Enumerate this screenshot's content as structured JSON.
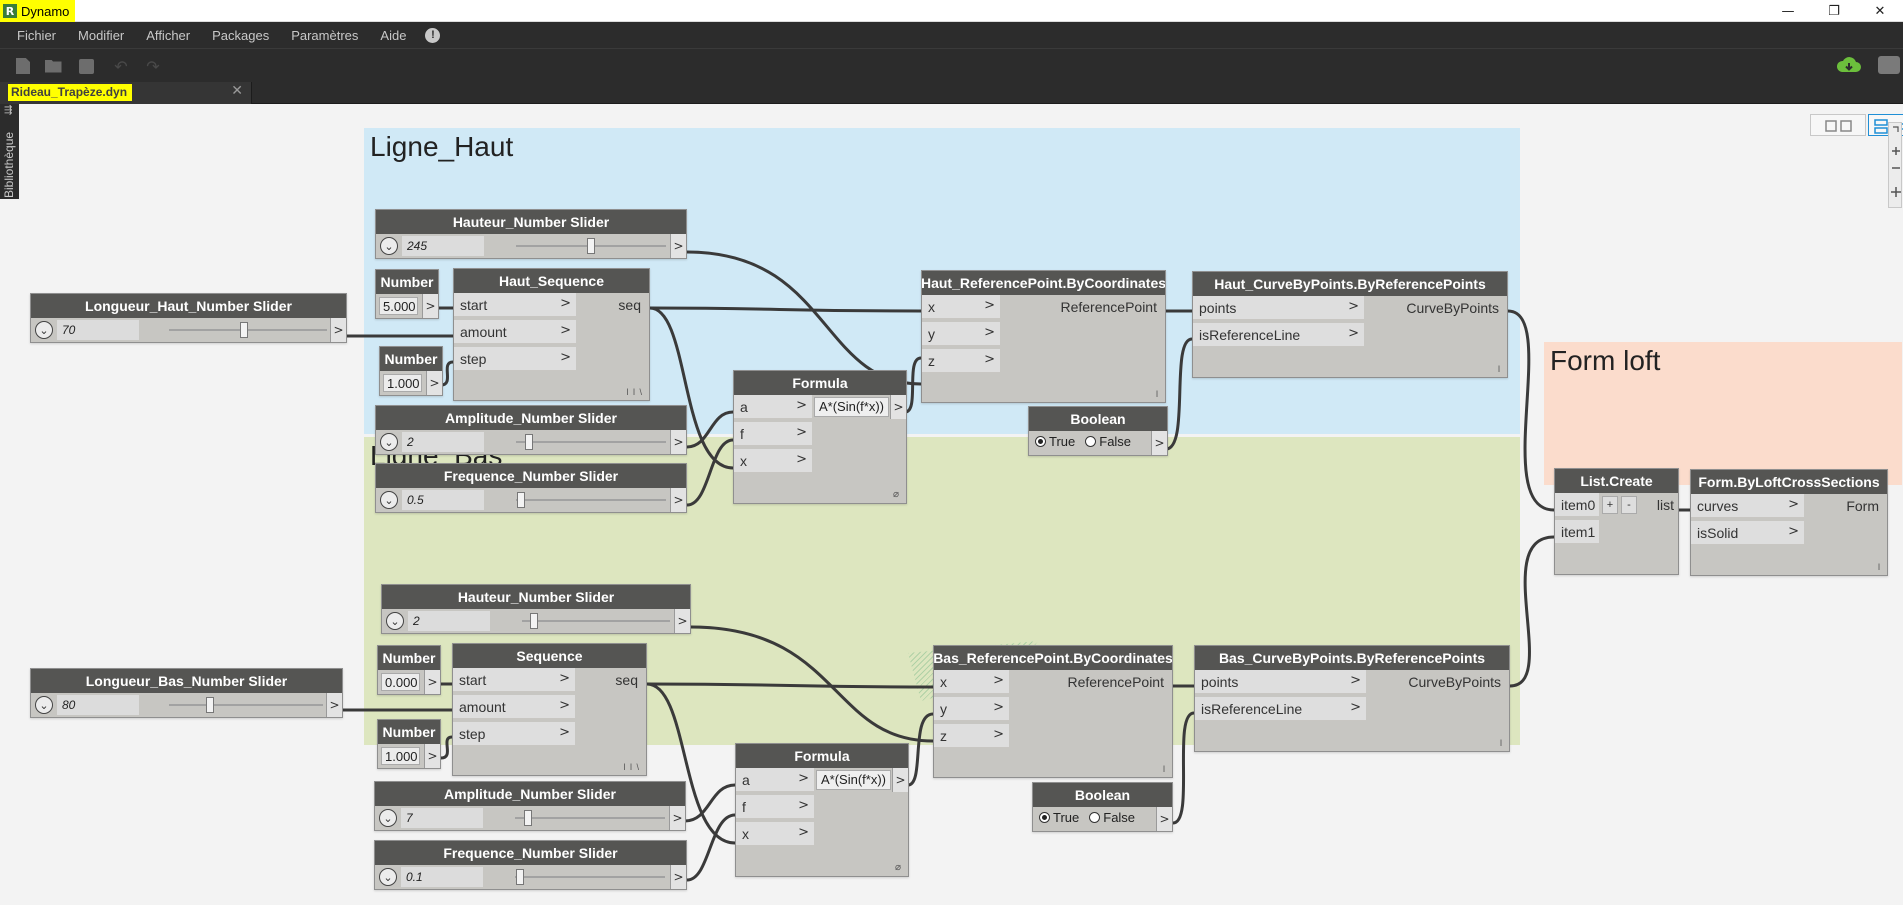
{
  "app": {
    "name": "Dynamo",
    "logo_letter": "R",
    "win_controls": [
      "—",
      "❐",
      "✕"
    ]
  },
  "menu": {
    "items": [
      "Fichier",
      "Modifier",
      "Afficher",
      "Packages",
      "Paramètres",
      "Aide"
    ],
    "alert": "!"
  },
  "tabs": {
    "file": "Rideau_Trapèze.dyn",
    "close": "✕"
  },
  "library": {
    "label": "Bibliothèque",
    "chevron": "⇶"
  },
  "groups": {
    "haut": "Ligne_Haut",
    "bas": "Ligne_Bas",
    "loft": "Form loft"
  },
  "nodes": {
    "hauteur_haut": {
      "title": "Hauteur_Number Slider",
      "value": "245",
      "fraction": 0.5
    },
    "longueur_haut": {
      "title": "Longueur_Haut_Number Slider",
      "value": "70",
      "fraction": 0.47
    },
    "number_h1": {
      "title": "Number",
      "value": "5.000"
    },
    "number_h2": {
      "title": "Number",
      "value": "1.000"
    },
    "seq_haut": {
      "title": "Haut_Sequence",
      "inputs": [
        "start",
        "amount",
        "step"
      ],
      "output": "seq",
      "lacing": "l l \\"
    },
    "amplitude_haut": {
      "title": "Amplitude_Number Slider",
      "value": "2",
      "fraction": 0.06
    },
    "frequence_haut": {
      "title": "Frequence_Number Slider",
      "value": "0.5",
      "fraction": 0.01
    },
    "formula_haut": {
      "title": "Formula",
      "inputs": [
        "a",
        "f",
        "x"
      ],
      "expr": "A*(Sin(f*x))"
    },
    "refpoint_haut": {
      "title": "Haut_ReferencePoint.ByCoordinates",
      "inputs": [
        "x",
        "y",
        "z"
      ],
      "output": "ReferencePoint",
      "lacing": "l"
    },
    "curve_haut": {
      "title": "Haut_CurveByPoints.ByReferencePoints",
      "inputs": [
        "points",
        "isReferenceLine"
      ],
      "output": "CurveByPoints",
      "lacing": "l"
    },
    "bool_haut": {
      "title": "Boolean",
      "true_label": "True",
      "false_label": "False"
    },
    "hauteur_bas": {
      "title": "Hauteur_Number Slider",
      "value": "2",
      "fraction": 0.06
    },
    "longueur_bas": {
      "title": "Longueur_Bas_Number Slider",
      "value": "80",
      "fraction": 0.25
    },
    "number_b1": {
      "title": "Number",
      "value": "0.000"
    },
    "number_b2": {
      "title": "Number",
      "value": "1.000"
    },
    "seq_bas": {
      "title": "Sequence",
      "inputs": [
        "start",
        "amount",
        "step"
      ],
      "output": "seq",
      "lacing": "l l \\"
    },
    "amplitude_bas": {
      "title": "Amplitude_Number Slider",
      "value": "7",
      "fraction": 0.06
    },
    "frequence_bas": {
      "title": "Frequence_Number Slider",
      "value": "0.1",
      "fraction": 0.01
    },
    "formula_bas": {
      "title": "Formula",
      "inputs": [
        "a",
        "f",
        "x"
      ],
      "expr": "A*(Sin(f*x))"
    },
    "refpoint_bas": {
      "title": "Bas_ReferencePoint.ByCoordinates",
      "inputs": [
        "x",
        "y",
        "z"
      ],
      "output": "ReferencePoint",
      "lacing": "l"
    },
    "curve_bas": {
      "title": "Bas_CurveByPoints.ByReferencePoints",
      "inputs": [
        "points",
        "isReferenceLine"
      ],
      "output": "CurveByPoints",
      "lacing": "l"
    },
    "bool_bas": {
      "title": "Boolean",
      "true_label": "True",
      "false_label": "False"
    },
    "list_create": {
      "title": "List.Create",
      "inputs": [
        "item0",
        "item1"
      ],
      "output": "list",
      "plus": "+",
      "minus": "-"
    },
    "loft": {
      "title": "Form.ByLoftCrossSections",
      "inputs": [
        "curves",
        "isSolid"
      ],
      "output": "Form",
      "lacing": "l"
    }
  },
  "glyphs": {
    "arrow_right": ">",
    "expander": "⌄"
  },
  "colors": {
    "group_blue": "#d0e9f6",
    "group_green": "#dde6bf",
    "group_orange": "#fbdccc",
    "node_header": "#555553",
    "wire": "#3a3a3a",
    "highlight": "#ffff00"
  }
}
